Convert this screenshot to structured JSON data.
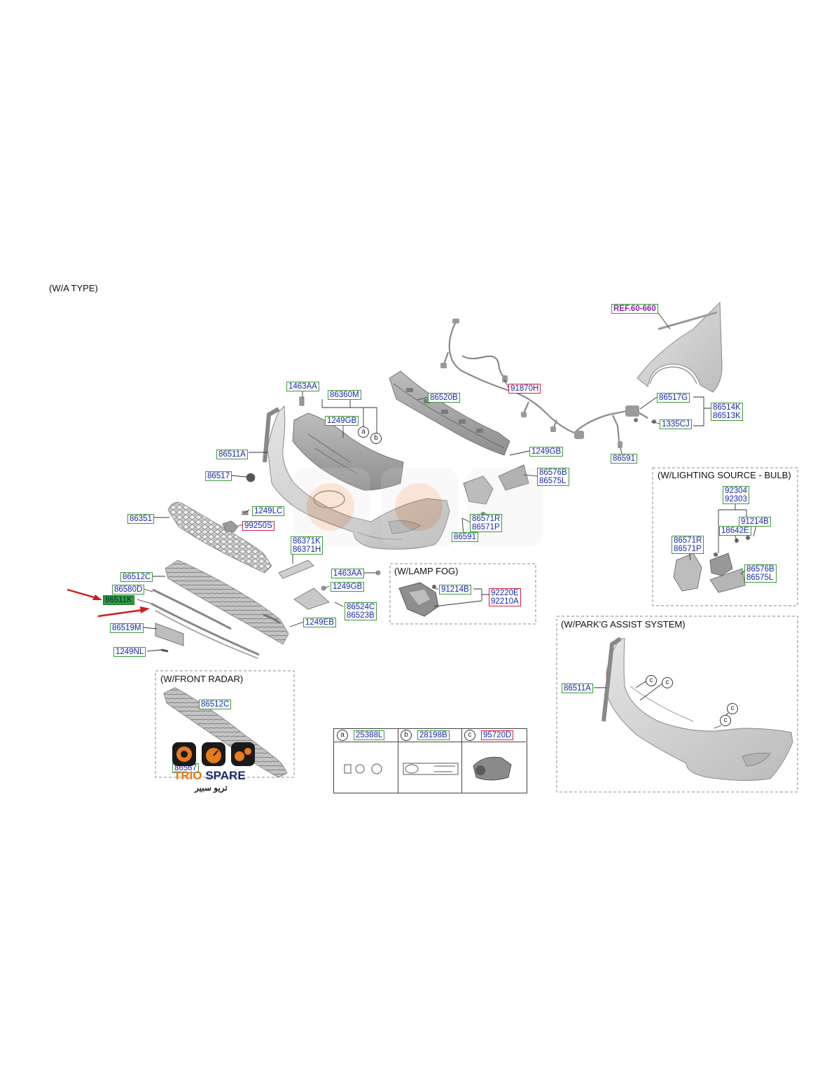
{
  "sections": {
    "main": "(W/A TYPE)",
    "lamp_fog": "(W/LAMP FOG)",
    "lighting": "(W/LIGHTING SOURCE - BULB)",
    "front_radar": "(W/FRONT RADAR)",
    "parking": "(W/PARK'G ASSIST SYSTEM)"
  },
  "ref_label": "REF.60-660",
  "parts": {
    "p1463AA_top": "1463AA",
    "p86360M": "86360M",
    "p1249GB_a": "1249GB",
    "p86511A": "86511A",
    "p86517": "86517",
    "p86351": "86351",
    "p1249LC": "1249LC",
    "p99250S": "99250S",
    "p86371K": "86371K",
    "p86371H": "86371H",
    "p1463AA_b": "1463AA",
    "p1249GB_b": "1249GB",
    "p86512C": "86512C",
    "p86580D": "86580D",
    "p86511K": "86511K",
    "p86519M": "86519M",
    "p1249NL": "1249NL",
    "p86524C": "86524C",
    "p86523B": "86523B",
    "p1249EB": "1249EB",
    "p86520B": "86520B",
    "p91870H": "91870H",
    "p1249GB_c": "1249GB",
    "p86576B": "86576B",
    "p86575L": "86575L",
    "p86571R": "86571R",
    "p86571P": "86571P",
    "p86591_a": "86591",
    "p86517G": "86517G",
    "p86514K": "86514K",
    "p86513K": "86513K",
    "p1335CJ": "1335CJ",
    "p86591_b": "86591",
    "p91214B_fog": "91214B",
    "p92220E": "92220E",
    "p92210A": "92210A",
    "p92304": "92304",
    "p92303": "92303",
    "p91214B_l": "91214B",
    "p18642E": "18642E",
    "p86571R_l": "86571R",
    "p86571P_l": "86571P",
    "p86576B_l": "86576B",
    "p86575L_l": "86575L",
    "p86512C_r": "86512C",
    "p86567": "86567",
    "p86511A_p": "86511A"
  },
  "callouts": {
    "a": "a",
    "b": "b",
    "c": "c"
  },
  "legend": [
    {
      "letter": "a",
      "part": "25388L"
    },
    {
      "letter": "b",
      "part": "28198B"
    },
    {
      "letter": "c",
      "part": "95720D"
    }
  ],
  "brand": {
    "logo_text_1": "TRIO",
    "logo_text_2": "SPARE",
    "logo_arabic": "تريو سبير"
  },
  "colors": {
    "label_text": "#1a28a8",
    "label_border": "#3a9a3a",
    "label_border_alt": "#d02045",
    "selected_fill": "#2f9d3a",
    "ref_text": "#8a2aa8",
    "arrow": "#d01c1c",
    "part_fill": "#d8d8d8",
    "part_stroke": "#8a8a8a"
  }
}
